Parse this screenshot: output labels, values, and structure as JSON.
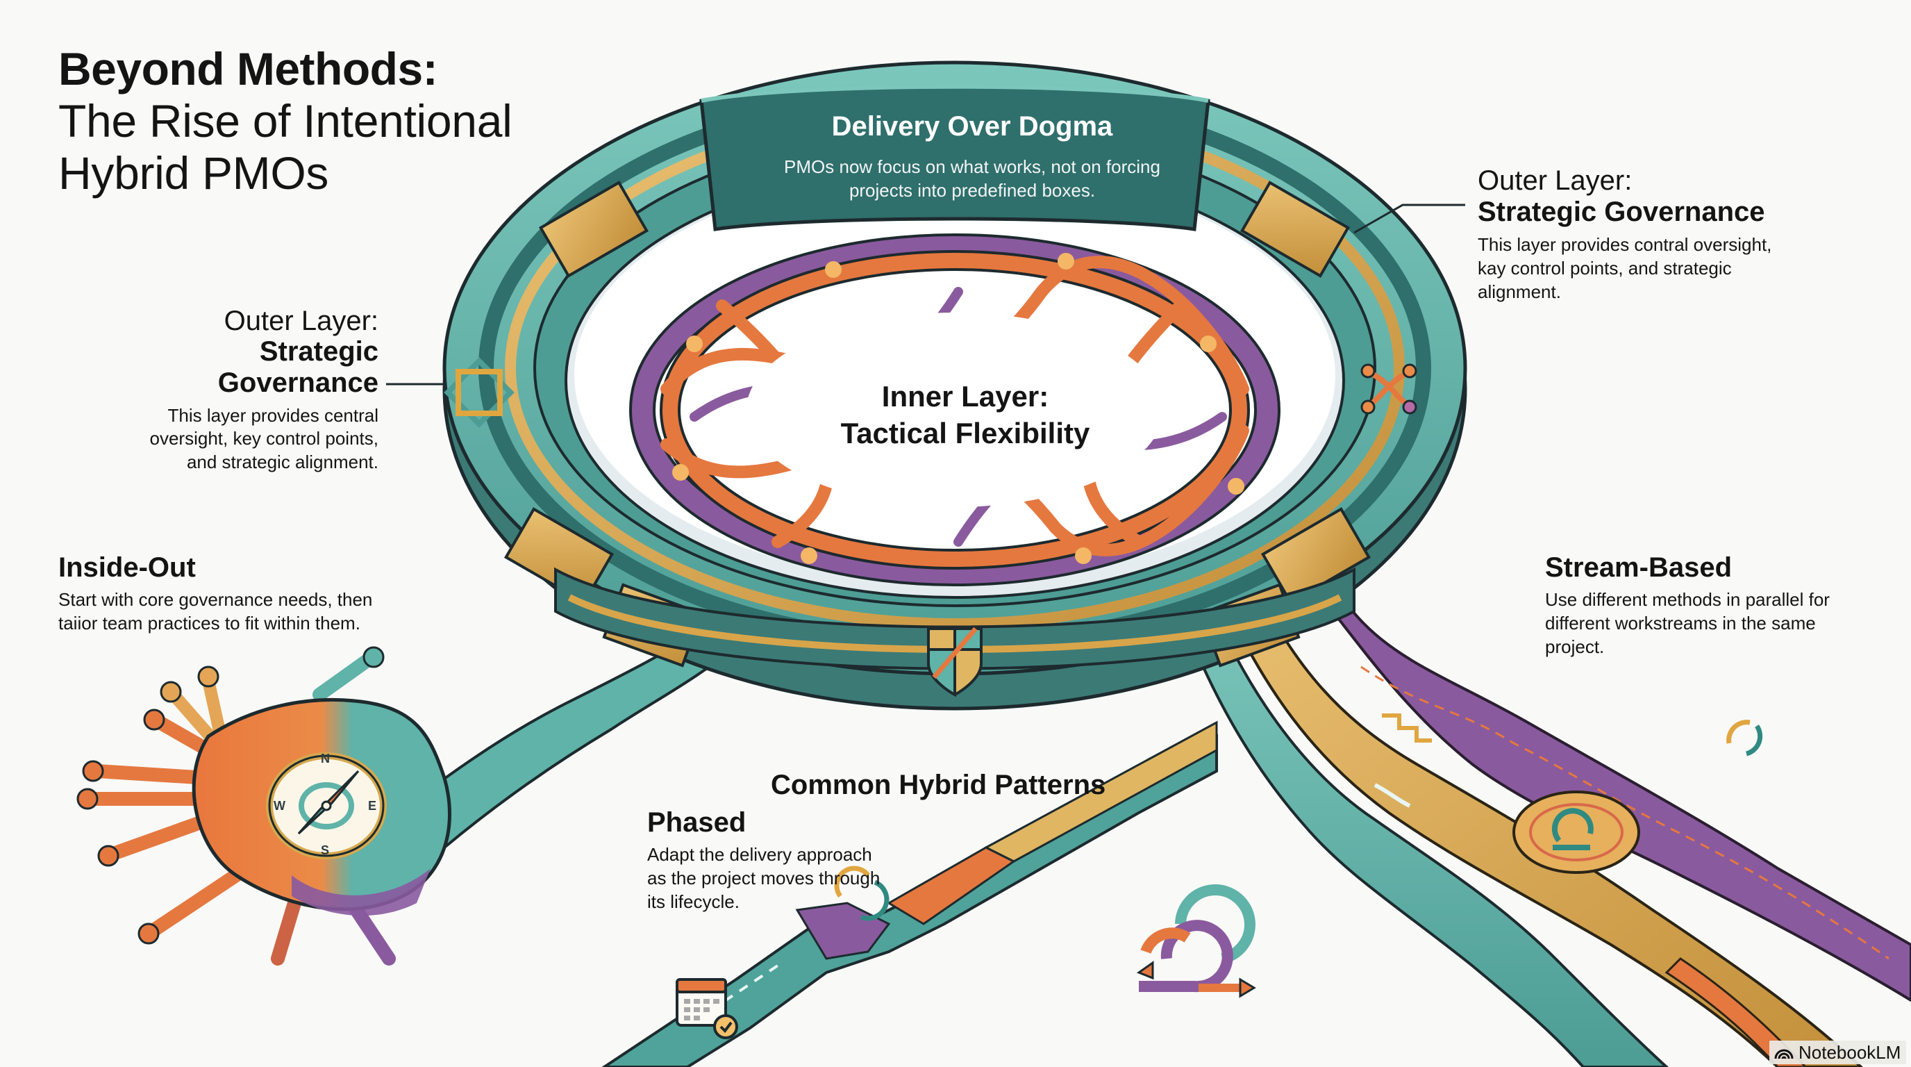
{
  "title": {
    "line1": "Beyond Methods:",
    "line2": "The Rise of Intentional",
    "line3": "Hybrid PMOs"
  },
  "banner": {
    "title": "Delivery Over Dogma",
    "text": "PMOs now focus on what works, not on forcing projects into predefined boxes."
  },
  "outer_layer_right": {
    "kicker": "Outer Layer:",
    "heading": "Strategic Governance",
    "description": "This layer provides contral oversight, kay control points, and strategic alignment."
  },
  "outer_layer_left": {
    "kicker": "Outer Layer:",
    "heading_line1": "Strategic",
    "heading_line2": "Governance",
    "description": "This layer provides central oversight, key control points, and strategic alignment."
  },
  "inner_layer": {
    "line1": "Inner Layer:",
    "line2": "Tactical Flexibility"
  },
  "patterns": {
    "heading": "Common Hybrid Patterns",
    "items": [
      {
        "name": "Inside-Out",
        "description": "Start with core governance needs, then taiior team practices to fit within them."
      },
      {
        "name": "Stream-Based",
        "description": "Use different methods in parallel for different workstreams in the same project."
      },
      {
        "name": "Phased",
        "description": "Adapt the delivery approach as the project moves through its lifecycle."
      }
    ]
  },
  "compass": {
    "n": "N",
    "e": "E",
    "s": "S",
    "w": "W"
  },
  "colors": {
    "teal": "#5fb3a8",
    "teal_dark": "#2f6f6c",
    "gold": "#d8a54a",
    "orange": "#e5783f",
    "purple": "#8a5a9e",
    "ink": "#1d2a2e",
    "background": "#f9f9f7"
  },
  "watermark": {
    "label": "NotebookLM"
  }
}
